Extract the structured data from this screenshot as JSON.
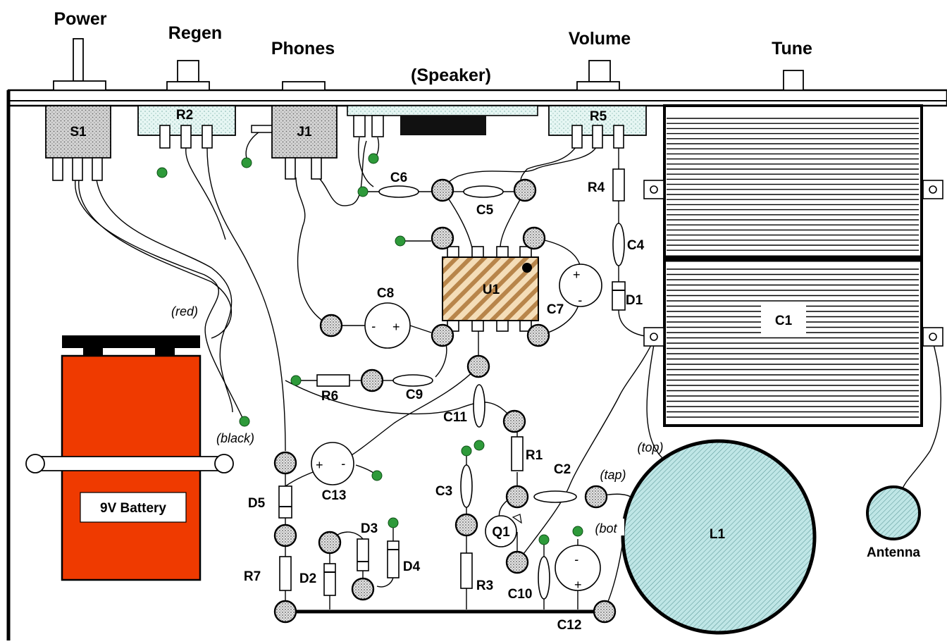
{
  "controls": {
    "power": "Power",
    "regen": "Regen",
    "phones": "Phones",
    "speaker": "(Speaker)",
    "volume": "Volume",
    "tune": "Tune"
  },
  "components": {
    "s1": "S1",
    "r2": "R2",
    "j1": "J1",
    "r5": "R5",
    "c6": "C6",
    "c5": "C5",
    "r4": "R4",
    "c4": "C4",
    "d1": "D1",
    "u1": "U1",
    "c7": "C7",
    "c8": "C8",
    "c1": "C1",
    "r6": "R6",
    "c9": "C9",
    "c11": "C11",
    "r1": "R1",
    "c2": "C2",
    "c3": "C3",
    "q1": "Q1",
    "r3": "R3",
    "c10": "C10",
    "c12": "C12",
    "c13": "C13",
    "d5": "D5",
    "r7": "R7",
    "d2": "D2",
    "d3": "D3",
    "d4": "D4",
    "l1": "L1"
  },
  "labels": {
    "red": "(red)",
    "black": "(black)",
    "top": "(top)",
    "tap": "(tap)",
    "bot": "(bot",
    "antenna": "Antenna",
    "battery": "9V Battery"
  },
  "polarity": {
    "plus": "+",
    "minus": "-"
  },
  "colors": {
    "battery": "#ef3a00",
    "coil": "#bfe6e6",
    "capacitor_plates": "#000000",
    "ground": "#2e9a3a",
    "chip": "#f4ddb8",
    "chip_stripe": "#b8854a"
  }
}
